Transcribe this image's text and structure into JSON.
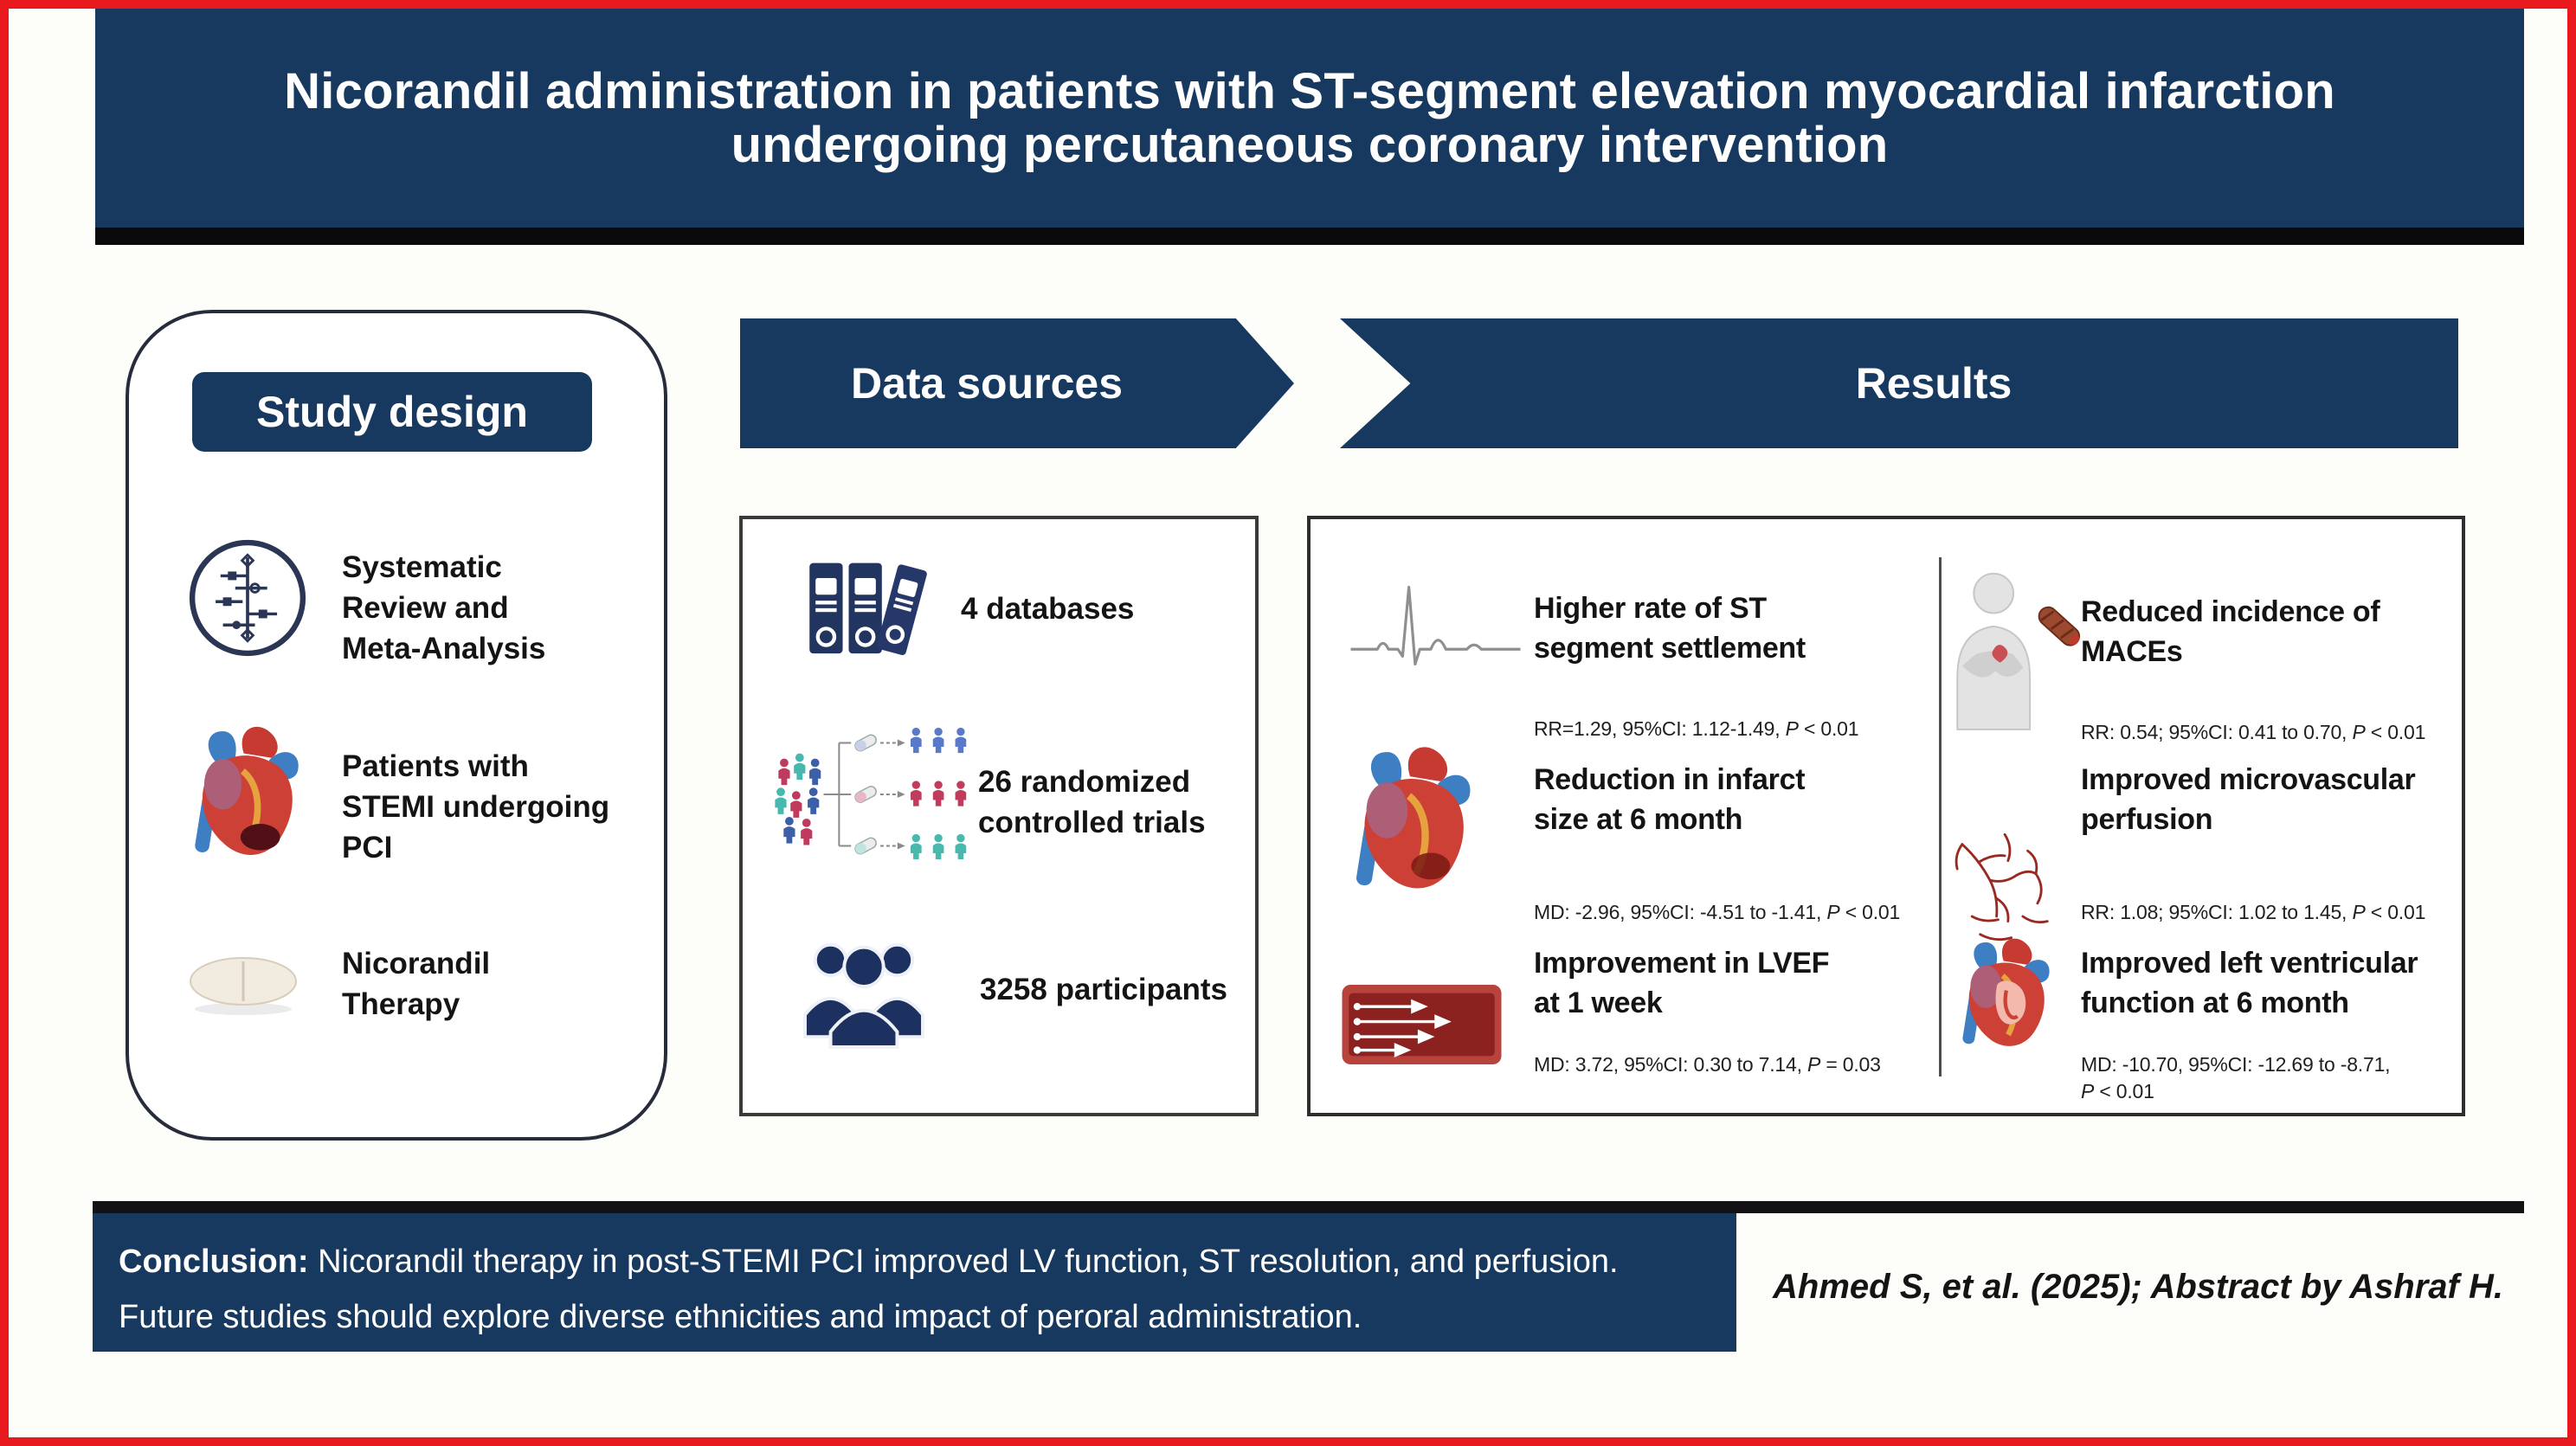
{
  "colors": {
    "navy": "#17395f",
    "red_border": "#e8191c",
    "shadow_black": "#0a0a0c"
  },
  "title": {
    "text": "Nicorandil administration in patients with ST-segment elevation myocardial infarction\nundergoing percutaneous coronary intervention"
  },
  "study_design": {
    "header": "Study design",
    "items": [
      {
        "icon": "forest-plot-icon",
        "label": "Systematic\nReview and\nMeta-Analysis"
      },
      {
        "icon": "heart-icon",
        "label": "Patients with\nSTEMI undergoing\nPCI"
      },
      {
        "icon": "pill-icon",
        "label": "Nicorandil\nTherapy"
      }
    ]
  },
  "data_sources": {
    "header": "Data sources",
    "items": [
      {
        "icon": "binders-icon",
        "label": "4 databases"
      },
      {
        "icon": "randomization-icon",
        "label": "26 randomized\ncontrolled trials"
      },
      {
        "icon": "participants-icon",
        "label": "3258 participants"
      }
    ]
  },
  "results": {
    "header": "Results",
    "items": [
      {
        "icon": "ecg-icon",
        "title": "Higher rate of ST\nsegment settlement",
        "stat": "RR=1.29, 95%CI: 1.12-1.49, ",
        "p": "P",
        "ptail": " < 0.01"
      },
      {
        "icon": "heart-icon",
        "title": "Reduction in infarct\nsize at 6 month",
        "stat": "MD: -2.96, 95%CI: -4.51 to -1.41, ",
        "p": "P",
        "ptail": " < 0.01"
      },
      {
        "icon": "blood-flow-icon",
        "title": "Improvement in LVEF\nat 1 week",
        "stat": "MD: 3.72, 95%CI: 0.30 to 7.14, ",
        "p": "P",
        "ptail": " = 0.03"
      },
      {
        "icon": "chest-pain-person-icon",
        "title": "Reduced incidence of\nMACEs",
        "stat": "RR: 0.54; 95%CI: 0.41 to 0.70, ",
        "p": "P",
        "ptail": " < 0.01"
      },
      {
        "icon": "microvessels-icon",
        "title": "Improved microvascular\nperfusion",
        "stat": "RR: 1.08; 95%CI: 1.02 to 1.45, ",
        "p": "P",
        "ptail": " < 0.01"
      },
      {
        "icon": "heart-section-icon",
        "title": "Improved left ventricular\nfunction at 6 month",
        "stat": "MD: -10.70, 95%CI: -12.69 to -8.71,\n",
        "p": "P",
        "ptail": " < 0.01"
      }
    ]
  },
  "conclusion": {
    "label": "Conclusion:",
    "line1_rest": " Nicorandil therapy in post-STEMI PCI improved LV function, ST resolution, and perfusion.",
    "line2": "Future studies should explore diverse ethnicities and impact of peroral administration."
  },
  "citation": "Ahmed S, et al. (2025); Abstract by Ashraf H."
}
